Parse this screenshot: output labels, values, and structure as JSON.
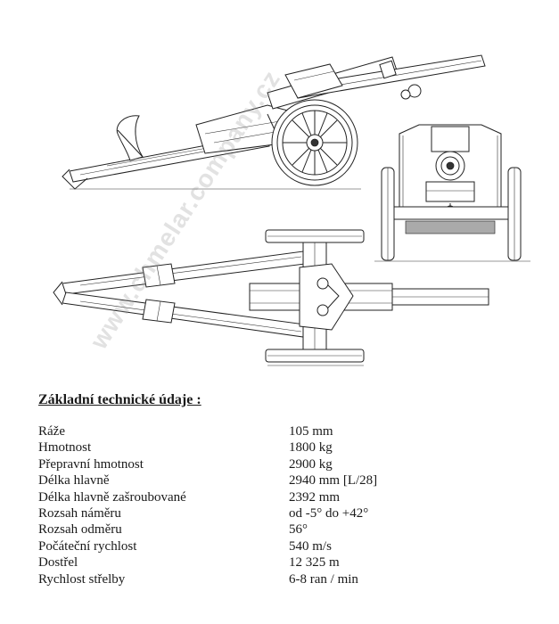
{
  "watermark": "www.chmelar.company.cz",
  "heading": "Základní technické údaje :",
  "specs": [
    {
      "label": "Ráže",
      "value": "105 mm"
    },
    {
      "label": "Hmotnost",
      "value": "1800 kg"
    },
    {
      "label": "Přepravní hmotnost",
      "value": "2900 kg"
    },
    {
      "label": "Délka hlavně",
      "value": "2940 mm [L/28]"
    },
    {
      "label": "Délka hlavně zašroubované",
      "value": "2392 mm"
    },
    {
      "label": "Rozsah náměru",
      "value": "od -5° do +42°"
    },
    {
      "label": "Rozsah odměru",
      "value": "56°"
    },
    {
      "label": "Počáteční rychlost",
      "value": "540 m/s"
    },
    {
      "label": "Dostřel",
      "value": "12 325 m"
    },
    {
      "label": "Rychlost střelby",
      "value": "6-8 ran / min"
    }
  ]
}
